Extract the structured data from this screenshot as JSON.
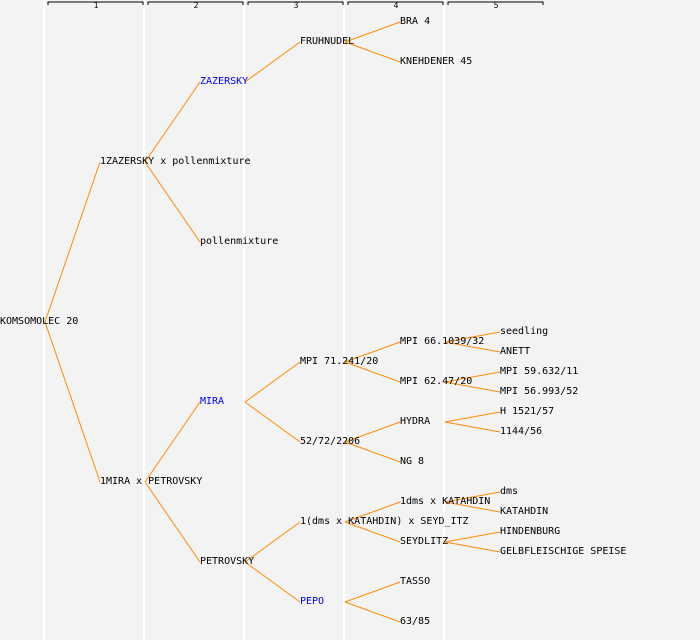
{
  "colors": {
    "background": "#f3f3f3",
    "link": "#ff8c00",
    "highlight": "#0000ff",
    "text": "#000000",
    "column_divider": "#ffffff"
  },
  "generations": [
    "1",
    "2",
    "3",
    "4",
    "5"
  ],
  "tree": {
    "label": "KOMSOMOLEC 20",
    "children": [
      {
        "label": "1ZAZERSKY x pollenmixture",
        "children": [
          {
            "label": "ZAZERSKY",
            "highlight": true,
            "children": [
              {
                "label": "FRUHNUDEL",
                "children": [
                  {
                    "label": "BRA 4"
                  },
                  {
                    "label": "KNEHDENER 45"
                  }
                ]
              },
              null
            ]
          },
          {
            "label": "pollenmixture"
          }
        ]
      },
      {
        "label": "1MIRA x PETROVSKY",
        "children": [
          {
            "label": "MIRA",
            "highlight": true,
            "children": [
              {
                "label": "MPI 71.241/20",
                "children": [
                  {
                    "label": "MPI 66.1039/32",
                    "children": [
                      {
                        "label": "seedling"
                      },
                      {
                        "label": "ANETT"
                      }
                    ]
                  },
                  {
                    "label": "MPI 62.47/20",
                    "children": [
                      {
                        "label": "MPI 59.632/11"
                      },
                      {
                        "label": "MPI 56.993/52"
                      }
                    ]
                  }
                ]
              },
              {
                "label": "52/72/2206",
                "children": [
                  {
                    "label": "HYDRA",
                    "children": [
                      {
                        "label": "H 1521/57"
                      },
                      {
                        "label": "1144/56"
                      }
                    ]
                  },
                  {
                    "label": "NG 8"
                  }
                ]
              }
            ]
          },
          {
            "label": "PETROVSKY",
            "children": [
              {
                "label": "1(dms x KATAHDIN) x SEYD_ITZ",
                "children": [
                  {
                    "label": "1dms x KATAHDIN",
                    "children": [
                      {
                        "label": "dms"
                      },
                      {
                        "label": "KATAHDIN"
                      }
                    ]
                  },
                  {
                    "label": "SEYDLITZ",
                    "children": [
                      {
                        "label": "HINDENBURG"
                      },
                      {
                        "label": "GELBFLEISCHIGE SPEISE"
                      }
                    ]
                  }
                ]
              },
              {
                "label": "PEPO",
                "highlight": true,
                "children": [
                  {
                    "label": "TASSO"
                  },
                  {
                    "label": "63/85"
                  }
                ]
              }
            ]
          }
        ]
      }
    ]
  }
}
